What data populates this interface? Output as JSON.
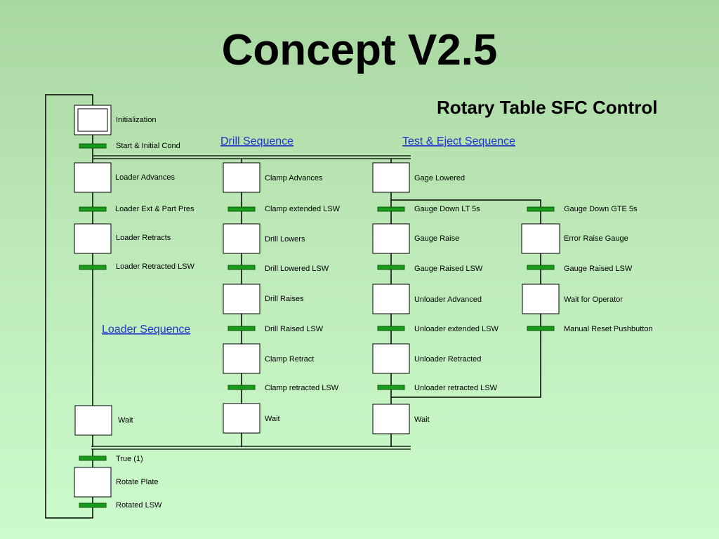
{
  "title": "Concept V2.5",
  "subtitle": "Rotary Table SFC Control",
  "links": {
    "drill": "Drill Sequence",
    "test": "Test & Eject Sequence",
    "loader": "Loader Sequence"
  },
  "loader": {
    "init_step": "Initialization",
    "t_start": "Start & Initial Cond",
    "s1": "Loader Advances",
    "t1": "Loader Ext & Part Pres",
    "s2": "Loader Retracts",
    "t2": "Loader Retracted LSW",
    "wait": "Wait"
  },
  "drill": {
    "s1": "Clamp Advances",
    "t1": "Clamp extended LSW",
    "s2": "Drill Lowers",
    "t2": "Drill Lowered LSW",
    "s3": "Drill Raises",
    "t3": "Drill Raised LSW",
    "s4": "Clamp Retract",
    "t4": "Clamp retracted LSW",
    "wait": "Wait"
  },
  "test": {
    "s1": "Gage Lowered",
    "t1": "Gauge Down LT 5s",
    "s2": "Gauge Raise",
    "t2": "Gauge Raised LSW",
    "s3": "Unloader Advanced",
    "t3": "Unloader extended LSW",
    "s4": "Unloader Retracted",
    "t4": "Unloader retracted LSW",
    "wait": "Wait"
  },
  "error": {
    "t1": "Gauge Down GTE 5s",
    "s1": "Error Raise Gauge",
    "t2": "Gauge Raised LSW",
    "s2": "Wait for Operator",
    "t3": "Manual Reset Pushbutton"
  },
  "final": {
    "t_true": "True (1)",
    "s_rotate": "Rotate Plate",
    "t_rotated": "Rotated LSW"
  },
  "colors": {
    "transition": "#1a9a1a",
    "link": "#2233cc",
    "step_fill": "#ffffff"
  }
}
